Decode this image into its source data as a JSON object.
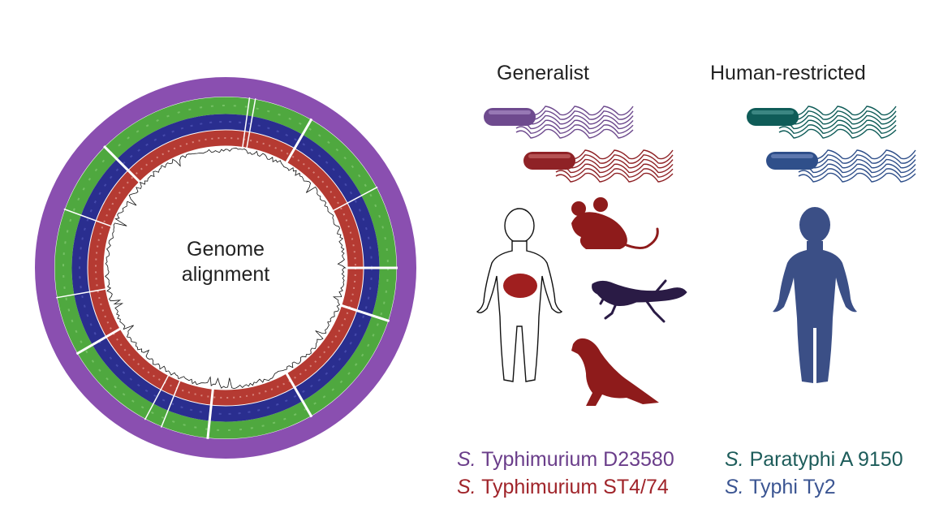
{
  "headers": {
    "generalist": "Generalist",
    "human_restricted": "Human-restricted"
  },
  "center_label": {
    "line1": "Genome",
    "line2": "alignment"
  },
  "legend": [
    {
      "genus": "S.",
      "name": " Typhimurium D23580",
      "color": "#6a3d8a"
    },
    {
      "genus": "S.",
      "name": " Paratyphi A 9150",
      "color": "#1d5c5a"
    },
    {
      "genus": "S.",
      "name": " Typhimurium ST4/74",
      "color": "#a0242a"
    },
    {
      "genus": "S.",
      "name": " Typhi Ty2",
      "color": "#3b5592"
    }
  ],
  "colors": {
    "purple": "#8a4fb0",
    "green": "#4fa83f",
    "blue": "#2a2e8f",
    "red": "#b53a32",
    "bact_purple": "#6e4a8e",
    "bact_red": "#8f2226",
    "bact_teal": "#0f5c58",
    "bact_blue": "#2f4f8a",
    "host_red": "#8e1b1b",
    "lizard": "#2a1b45",
    "human_blue": "#3b4f86"
  },
  "icons": [
    "bacterium-icon",
    "human-outline-icon",
    "mouse-icon",
    "lizard-icon",
    "bird-icon",
    "child-icon"
  ]
}
